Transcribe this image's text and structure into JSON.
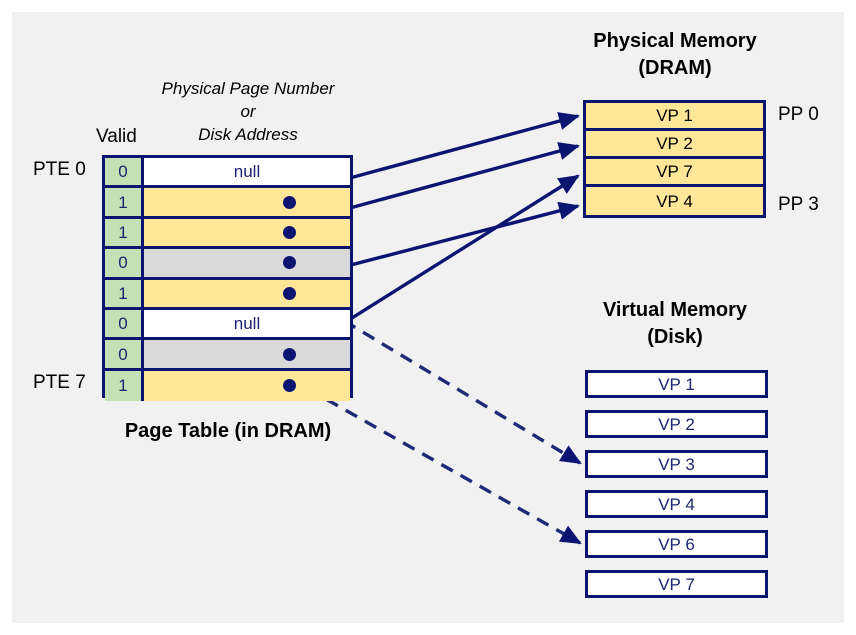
{
  "diagram": {
    "title": "Page table with valid bits mapping virtual pages to DRAM or disk",
    "colors": {
      "background": "#F1F1F1",
      "border_navy": "#0C1472",
      "valid_green": "#C5E0B4",
      "resident_yellow": "#FFE699",
      "disk_gray": "#D9D9D9",
      "text_navy": "#1B2570"
    }
  },
  "page_table": {
    "caption": "Page Table (in DRAM)",
    "valid_header": "Valid",
    "value_header_line1": "Physical Page Number",
    "value_header_line2": "or",
    "value_header_line3": "Disk Address",
    "first_entry_label": "PTE 0",
    "last_entry_label": "PTE 7",
    "rows": [
      {
        "index": 0,
        "valid": "0",
        "value": "null",
        "fill": "white",
        "has_dot": false
      },
      {
        "index": 1,
        "valid": "1",
        "value": "",
        "fill": "yellow",
        "has_dot": true
      },
      {
        "index": 2,
        "valid": "1",
        "value": "",
        "fill": "yellow",
        "has_dot": true
      },
      {
        "index": 3,
        "valid": "0",
        "value": "",
        "fill": "gray",
        "has_dot": true
      },
      {
        "index": 4,
        "valid": "1",
        "value": "",
        "fill": "yellow",
        "has_dot": true
      },
      {
        "index": 5,
        "valid": "0",
        "value": "null",
        "fill": "white",
        "has_dot": false
      },
      {
        "index": 6,
        "valid": "0",
        "value": "",
        "fill": "gray",
        "has_dot": true
      },
      {
        "index": 7,
        "valid": "1",
        "value": "",
        "fill": "yellow",
        "has_dot": true
      }
    ]
  },
  "physical_memory": {
    "title_line1": "Physical Memory",
    "title_line2": "(DRAM)",
    "first_frame_label": "PP 0",
    "last_frame_label": "PP 3",
    "rows": [
      {
        "label": "VP 1"
      },
      {
        "label": "VP 2"
      },
      {
        "label": "VP 7"
      },
      {
        "label": "VP 4"
      }
    ]
  },
  "virtual_memory": {
    "title_line1": "Virtual Memory",
    "title_line2": "(Disk)",
    "rows": [
      {
        "label": "VP 1"
      },
      {
        "label": "VP 2"
      },
      {
        "label": "VP 3"
      },
      {
        "label": "VP 4"
      },
      {
        "label": "VP 6"
      },
      {
        "label": "VP 7"
      }
    ]
  },
  "connections": {
    "solid_to_dram": [
      {
        "from_pte": 1,
        "to": "VP 1"
      },
      {
        "from_pte": 2,
        "to": "VP 2"
      },
      {
        "from_pte": 7,
        "to": "VP 7"
      },
      {
        "from_pte": 4,
        "to": "VP 4"
      }
    ],
    "dashed_to_disk": [
      {
        "from_pte": 3,
        "to": "VP 3"
      },
      {
        "from_pte": 6,
        "to": "VP 6"
      }
    ]
  }
}
